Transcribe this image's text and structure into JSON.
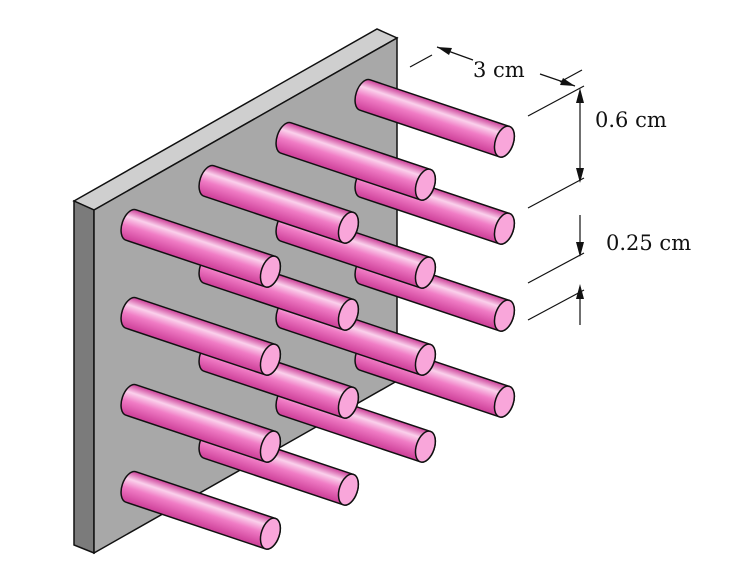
{
  "figure": {
    "dimensions": {
      "pin_length": "3 cm",
      "pin_spacing": "0.6 cm",
      "pin_diameter": "0.25 cm"
    }
  },
  "colors": {
    "plate_front": "#a8a8a8",
    "plate_side": "#7b7b7b",
    "plate_top": "#cfcfcf",
    "pin_dark": "#cc3d97",
    "pin_mid": "#f07cc5",
    "pin_light": "#fbd1ec",
    "pin_cap": "#f9a6da",
    "outline": "#111111"
  }
}
